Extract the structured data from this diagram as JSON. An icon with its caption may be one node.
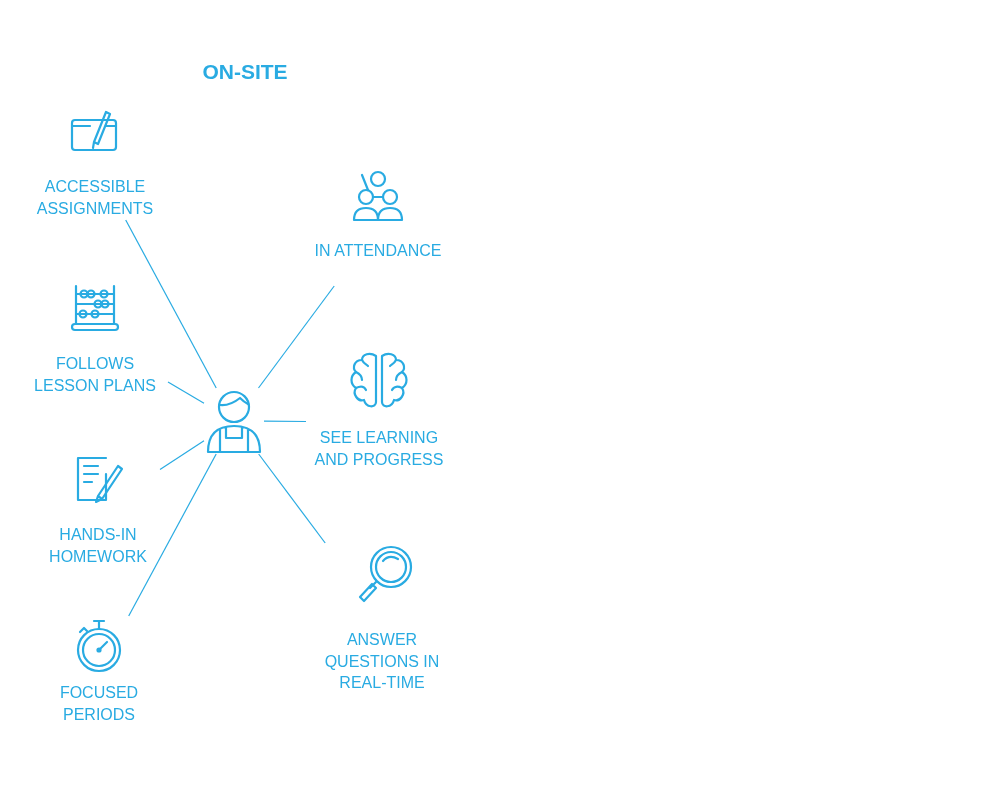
{
  "diagram": {
    "title": "ON-SITE",
    "nodes": [
      {
        "text": [],
        "shape": "person"
      },
      {
        "text": [
          "ACCESSIBLE ASSIGNMENTS"
        ]
      },
      {
        "text": [
          "FOLLOWS LESSON PLANS"
        ]
      },
      {
        "text": [
          "HANDS-IN HOMEWORK"
        ]
      },
      {
        "text": [
          "FOCUSED PERIODS"
        ]
      },
      {
        "text": [
          "IN ATTENDANCE"
        ]
      },
      {
        "text": [
          "SEE LEARNING AND PROGRESS"
        ]
      },
      {
        "text": [
          "ANSWER QUESTIONS IN REAL-TIME"
        ]
      }
    ],
    "edges": [
      {
        "from": 0,
        "to": 1,
        "arrow": "none"
      },
      {
        "from": 0,
        "to": 2,
        "arrow": "none"
      },
      {
        "from": 0,
        "to": 3,
        "arrow": "none"
      },
      {
        "from": 0,
        "to": 4,
        "arrow": "none"
      },
      {
        "from": 0,
        "to": 5,
        "arrow": "none"
      },
      {
        "from": 0,
        "to": 6,
        "arrow": "none"
      },
      {
        "from": 0,
        "to": 7,
        "arrow": "none"
      }
    ]
  }
}
